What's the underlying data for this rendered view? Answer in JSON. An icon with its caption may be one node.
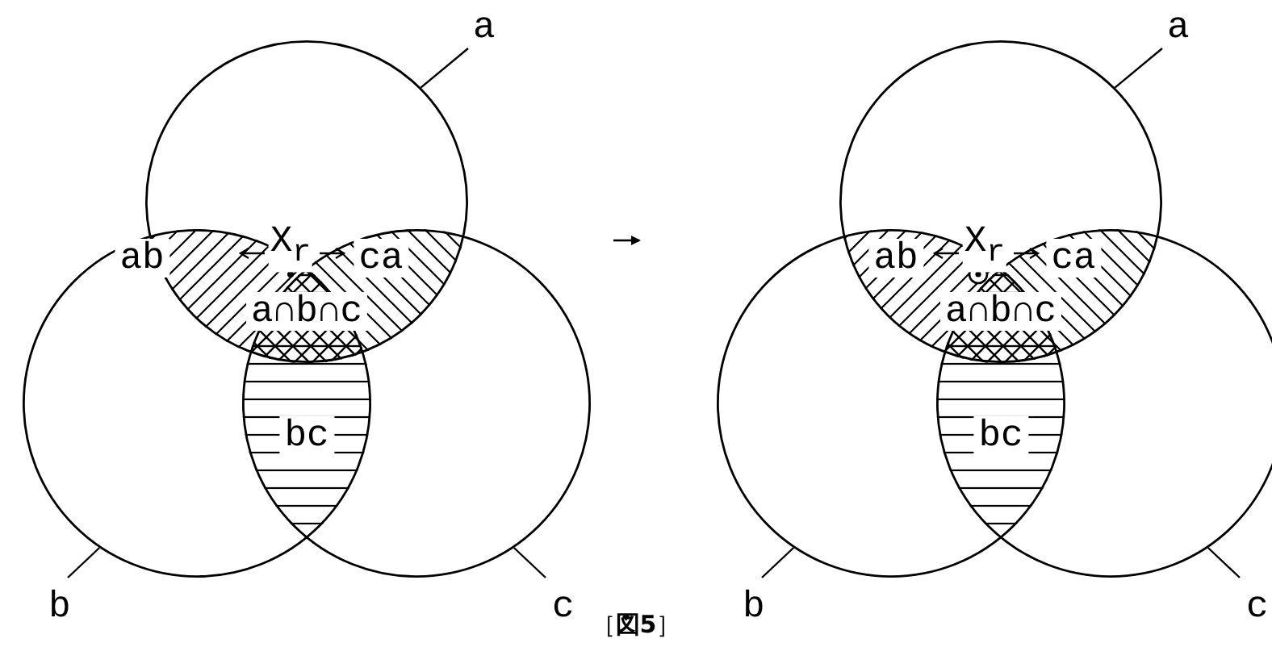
{
  "diagram": {
    "caption": "［**図5**］",
    "nodes": [
      {
        "text": [
          "a"
        ]
      },
      {
        "text": [],
        "shape": "circle"
      },
      {
        "text": [
          "b"
        ]
      },
      {
        "text": [],
        "shape": "circle"
      },
      {
        "text": [
          "c"
        ]
      },
      {
        "text": [],
        "shape": "circle"
      },
      {
        "text": [
          "a"
        ]
      },
      {
        "text": [],
        "shape": "circle"
      },
      {
        "text": [
          "b"
        ]
      },
      {
        "text": [],
        "shape": "circle"
      },
      {
        "text": [
          "c"
        ]
      },
      {
        "text": [],
        "shape": "circle"
      }
    ],
    "edges": [
      {
        "from": 0,
        "to": 1,
        "arrow": "none"
      },
      {
        "from": 2,
        "to": 3,
        "arrow": "none"
      },
      {
        "from": 4,
        "to": 5,
        "arrow": "none"
      },
      {
        "from": 6,
        "to": 7,
        "arrow": "none"
      },
      {
        "from": 8,
        "to": 9,
        "arrow": "none"
      },
      {
        "from": 10,
        "to": 11,
        "arrow": "none"
      }
    ],
    "labels": [
      "ab",
      "X$_{r}$",
      "ca",
      "a∩b∩c",
      "bc",
      "ab",
      "X$_{r}$",
      "ca",
      "a∩b∩c",
      "bc"
    ]
  }
}
